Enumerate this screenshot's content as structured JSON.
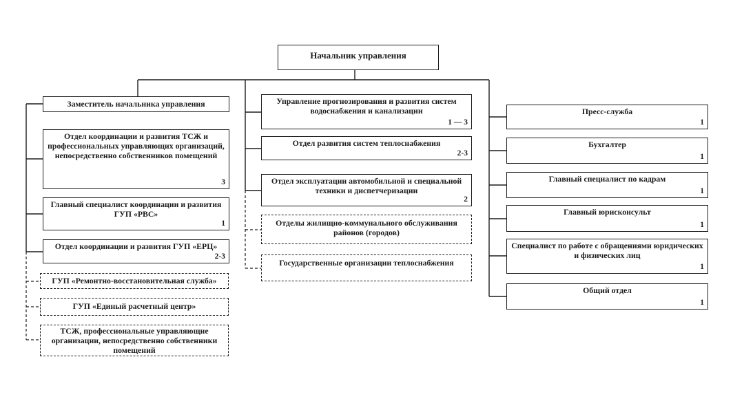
{
  "colors": {
    "ink": "#1c1c1c",
    "background": "#ffffff"
  },
  "root": {
    "label": "Начальник управления"
  },
  "left": {
    "deputy": {
      "label": "Заместитель начальника управления"
    },
    "tsj_dept": {
      "label": "Отдел координации и развития ТСЖ и профессиональных управляющих организаций, непосредственно собственников помещений",
      "count": "3"
    },
    "rvs_specialist": {
      "label": "Главный специалист координации и развития ГУП «РВС»",
      "count": "1"
    },
    "erc_dept": {
      "label": "Отдел координации и развития ГУП «ЕРЦ»",
      "count": "2-3"
    },
    "gup_repair": {
      "label": "ГУП «Ремонтно-восстановительная служба»"
    },
    "gup_erc": {
      "label": "ГУП «Единый расчетный центр»"
    },
    "tsj_orgs": {
      "label": "ТСЖ, профессиональные управляющие организации, непосредственно собственники помещений"
    }
  },
  "middle": {
    "water_dept": {
      "label": "Управление прогнозирования и развития систем водоснабжения и канализации",
      "count": "1 — 3"
    },
    "heat_dept": {
      "label": "Отдел развития систем теплоснабжения",
      "count": "2-3"
    },
    "vehicle_dept": {
      "label": "Отдел эксплуатации автомобильной и специальной техники и диспетчеризации",
      "count": "2"
    },
    "housing_depts": {
      "label": "Отделы жилищно-коммунального обслуживания районов (городов)"
    },
    "state_heat_orgs": {
      "label": "Государственные организации теплоснабжения"
    }
  },
  "right": {
    "press": {
      "label": "Пресс-служба",
      "count": "1"
    },
    "accountant": {
      "label": "Бухгалтер",
      "count": "1"
    },
    "hr": {
      "label": "Главный специалист по кадрам",
      "count": "1"
    },
    "legal": {
      "label": "Главный юрисконсульт",
      "count": "1"
    },
    "appeals": {
      "label": "Специалист по работе с обращениями юридических и физических лиц",
      "count": "1"
    },
    "general": {
      "label": "Общий отдел",
      "count": "1"
    }
  }
}
